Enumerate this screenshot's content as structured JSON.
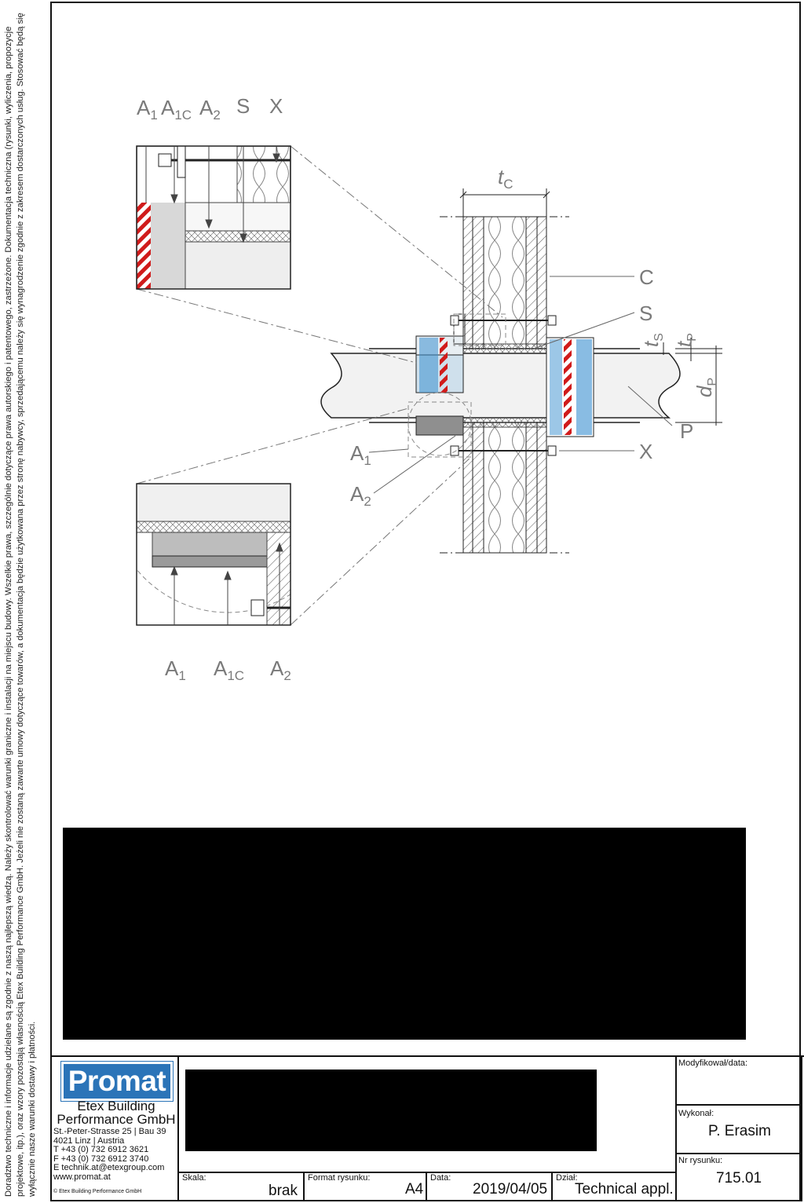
{
  "side_note": "Doradztwo techniczne i informacje udzielane są zgodnie z naszą najlepszą wiedzą. Należy skontrolować warunki graniczne i instalacji na miejscu budowy. Wszelkie prawa, szczególnie dotyczące prawa autorskiego i patentowego, zastrzeżone. Dokumentacja techniczna (rysunki, wyliczenia, propozycje projektowe, itp.), oraz wzory pozostają własnością Etex Building Performance GmbH. Jeżeli nie zostaną zawarte umowy dotyczące towarów, a dokumentacja będzie użytkowana przez stronę nabywcy, sprzedającemu należy się wynagrodzenie zgodnie z zakresem dostarczonych usług. Stosować będą się wyłącznie nasze warunki dostawy i płatności.",
  "labels": {
    "A": "A",
    "sub1": "1",
    "sub1c": "1C",
    "sub2": "2",
    "S": "S",
    "X": "X",
    "C": "C",
    "P": "P",
    "t": "t",
    "d": "d",
    "subC": "C",
    "subS": "S",
    "subP": "P"
  },
  "title_block": {
    "logo": "Promat",
    "company_line1": "Etex Building",
    "company_line2": "Performance GmbH",
    "address_lines": [
      "St.-Peter-Strasse 25 | Bau 39",
      "4021 Linz | Austria",
      "T +43 (0) 732 6912 3621",
      "F +43 (0) 732 6912 3740",
      "E  technik.at@etexgroup.com",
      "www.promat.at"
    ],
    "copyright": "© Etex Building Performance GmbH",
    "modified_label": "Modyfikował/data:",
    "made_by_label": "Wykonał:",
    "made_by_value": "P. Erasim",
    "drawing_no_label": "Nr rysunku:",
    "drawing_no_value": "715.01",
    "scale_label": "Skala:",
    "scale_value": "brak",
    "format_label": "Format rysunku:",
    "format_value": "A4",
    "date_label": "Data:",
    "date_value": "2019/04/05",
    "dept_label": "Dział:",
    "dept_value": "Technical appl."
  },
  "colors": {
    "line": "#222222",
    "leader": "#888888",
    "label": "#7a7a7a",
    "pipe": "#f2f2f2",
    "collar_blue": "#3a8fd0",
    "hazard_red": "#d01b1b",
    "logo_blue": "#2b74b8"
  }
}
